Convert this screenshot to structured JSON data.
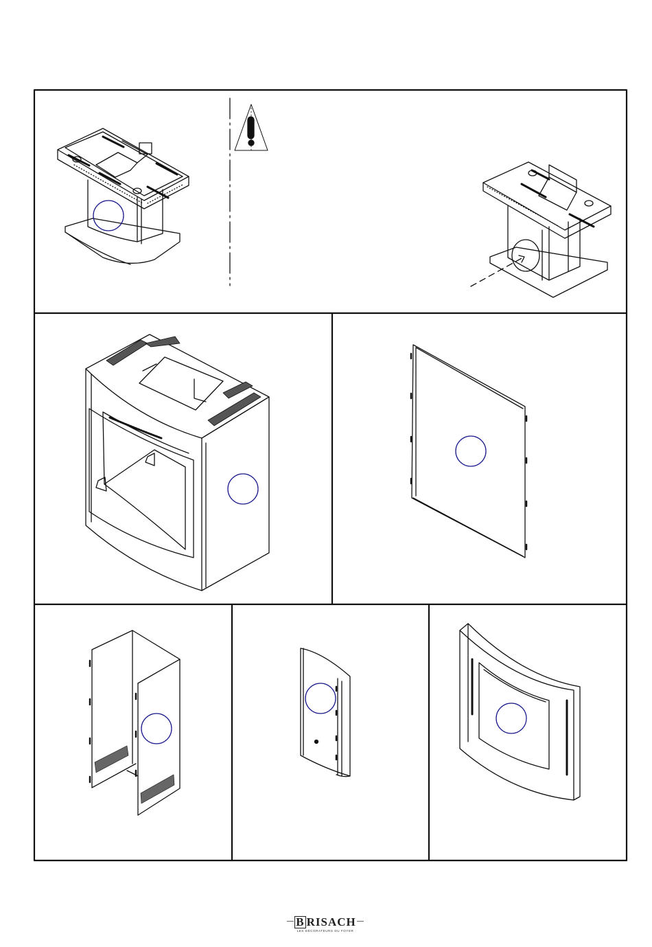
{
  "page": {
    "kind": "assembly-instructions-page",
    "panels": [
      {
        "id": "top",
        "content": "base pedestal assembly with warning symbol"
      },
      {
        "id": "middle-left",
        "content": "assembled stove casing"
      },
      {
        "id": "middle-right",
        "content": "flat back panel"
      },
      {
        "id": "bottom-left",
        "content": "side and rear casing panels"
      },
      {
        "id": "bottom-middle",
        "content": "curved side panel"
      },
      {
        "id": "bottom-right",
        "content": "curved front frame"
      }
    ]
  },
  "icons": {
    "warning": "warning-exclamation-icon"
  },
  "colors": {
    "line": "#111111",
    "callout": "#1a1a8c",
    "background": "#ffffff"
  },
  "footer": {
    "brand_rest": "RISACH",
    "brand_initial": "B",
    "tagline": "LES DÉCORATEURS DU FOYER"
  }
}
